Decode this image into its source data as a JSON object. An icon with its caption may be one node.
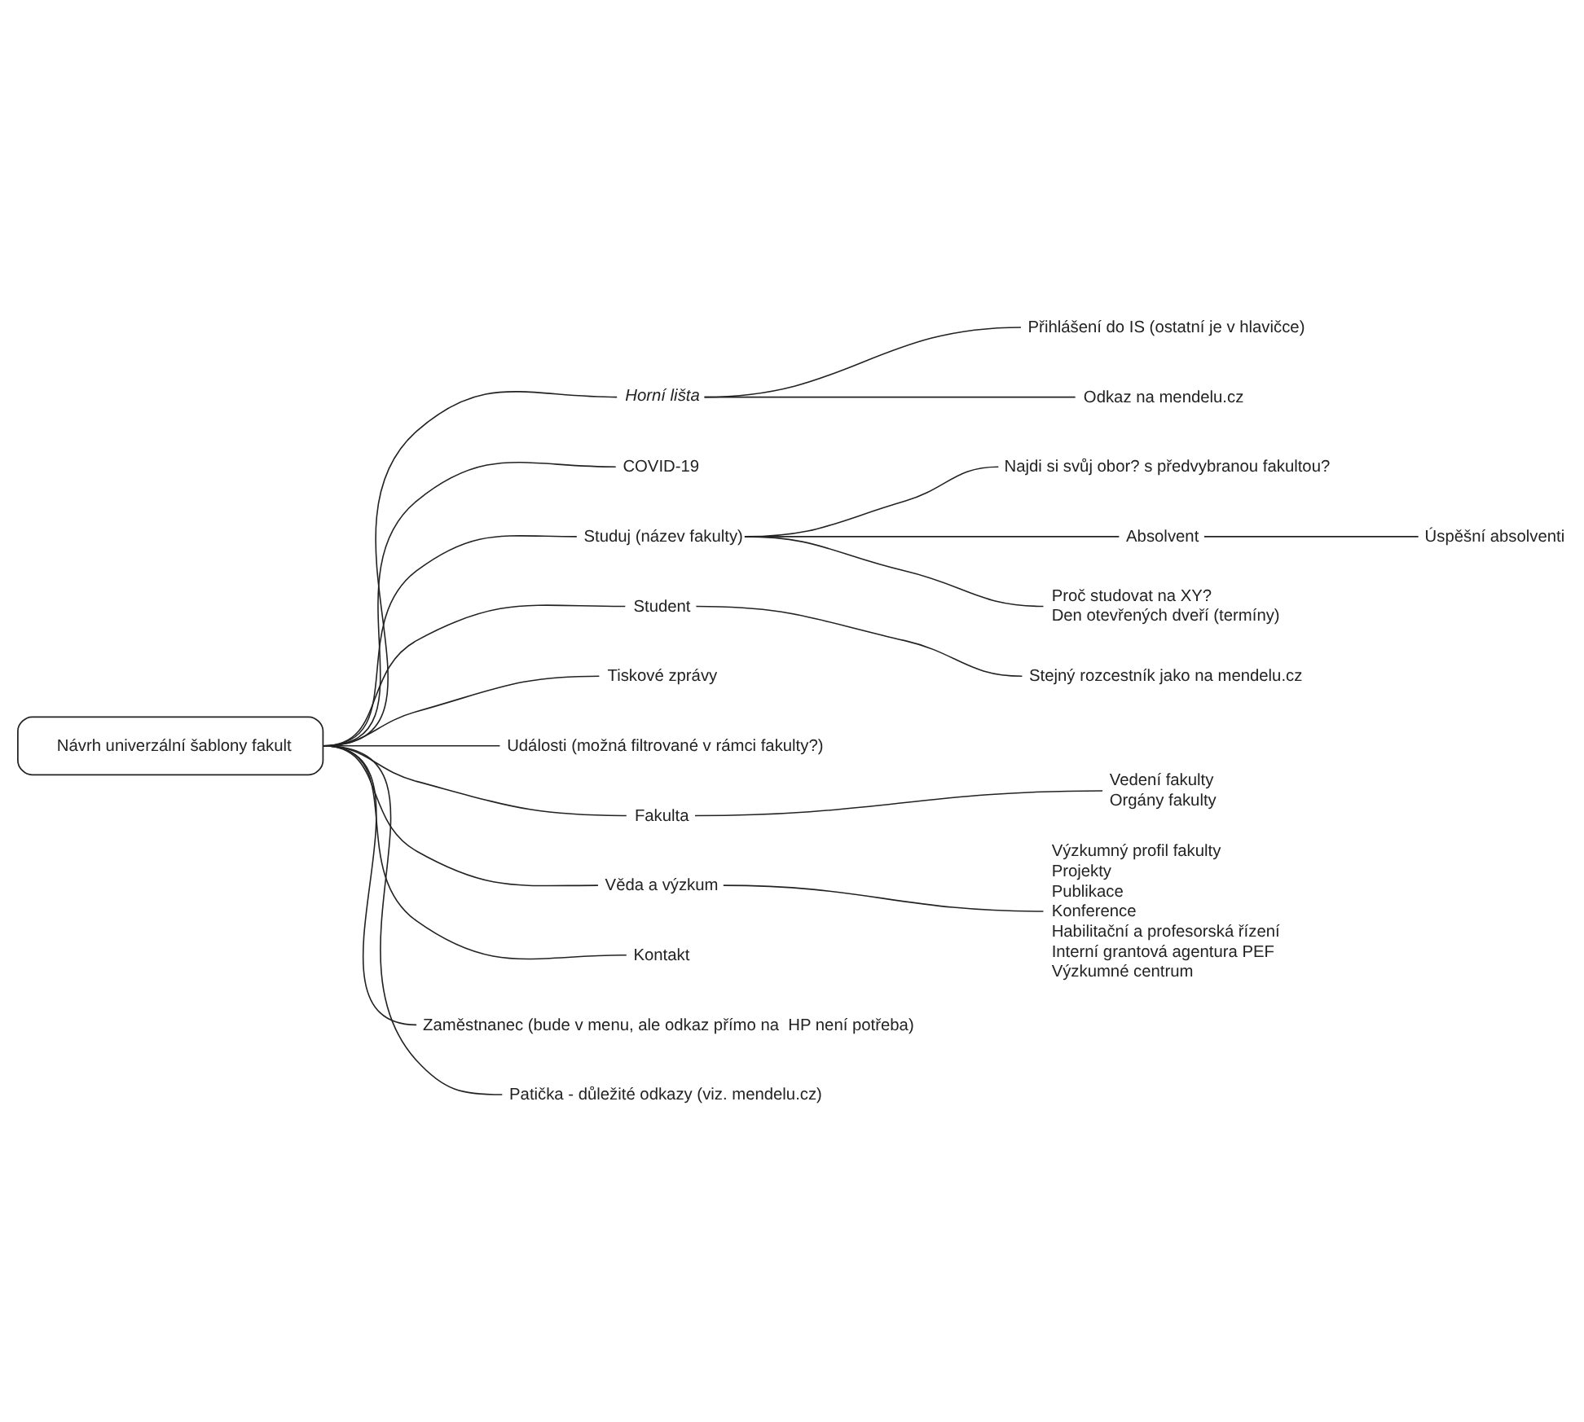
{
  "diagram": {
    "nodes": [
      {
        "text": [
          "Návrh univerzální šablony fakult"
        ]
      },
      {
        "text": [
          "Horní lišta"
        ]
      },
      {
        "text": [
          "Přihlášení do IS (ostatní je v hlavičce)"
        ]
      },
      {
        "text": [
          "Odkaz na mendelu.cz"
        ]
      },
      {
        "text": [
          "COVID-19"
        ]
      },
      {
        "text": [
          "Studuj (název fakulty)"
        ]
      },
      {
        "text": [
          "Najdi si svůj obor? s předvybranou fakultou?"
        ]
      },
      {
        "text": [
          "Absolvent"
        ]
      },
      {
        "text": [
          "Úspěšní absolventi"
        ]
      },
      {
        "text": [
          "Proč studovat na XY?",
          "Den otevřených dveří (termíny)"
        ]
      },
      {
        "text": [
          "Student"
        ]
      },
      {
        "text": [
          "Stejný rozcestník jako na mendelu.cz"
        ]
      },
      {
        "text": [
          "Tiskové zprávy"
        ]
      },
      {
        "text": [
          "Události (možná filtrované v rámci fakulty?)"
        ]
      },
      {
        "text": [
          "Fakulta"
        ]
      },
      {
        "text": [
          "Vedení fakulty",
          "Orgány fakulty"
        ]
      },
      {
        "text": [
          "Věda a výzkum"
        ]
      },
      {
        "text": [
          "Výzkumný profil fakulty",
          "Projekty",
          "Publikace",
          "Konference",
          "Habilitační a profesorská řízení",
          "Interní grantová agentura PEF",
          "Výzkumné centrum"
        ]
      },
      {
        "text": [
          "Kontakt"
        ]
      },
      {
        "text": [
          "Zaměstnanec (bude v menu, ale odkaz přímo na  HP není potřeba)"
        ]
      },
      {
        "text": [
          "Patička - důležité odkazy (viz. mendelu.cz)"
        ]
      }
    ],
    "edges": [
      {
        "from": 0,
        "to": 1,
        "arrow": "none"
      },
      {
        "from": 1,
        "to": 2,
        "arrow": "none"
      },
      {
        "from": 1,
        "to": 3,
        "arrow": "none"
      },
      {
        "from": 0,
        "to": 4,
        "arrow": "none"
      },
      {
        "from": 0,
        "to": 5,
        "arrow": "none"
      },
      {
        "from": 5,
        "to": 6,
        "arrow": "none"
      },
      {
        "from": 5,
        "to": 7,
        "arrow": "none"
      },
      {
        "from": 7,
        "to": 8,
        "arrow": "none"
      },
      {
        "from": 5,
        "to": 9,
        "arrow": "none"
      },
      {
        "from": 0,
        "to": 10,
        "arrow": "none"
      },
      {
        "from": 10,
        "to": 11,
        "arrow": "none"
      },
      {
        "from": 0,
        "to": 12,
        "arrow": "none"
      },
      {
        "from": 0,
        "to": 13,
        "arrow": "none"
      },
      {
        "from": 0,
        "to": 14,
        "arrow": "none"
      },
      {
        "from": 14,
        "to": 15,
        "arrow": "none"
      },
      {
        "from": 0,
        "to": 16,
        "arrow": "none"
      },
      {
        "from": 16,
        "to": 17,
        "arrow": "none"
      },
      {
        "from": 0,
        "to": 18,
        "arrow": "none"
      },
      {
        "from": 0,
        "to": 19,
        "arrow": "none"
      },
      {
        "from": 0,
        "to": 20,
        "arrow": "none"
      }
    ]
  }
}
